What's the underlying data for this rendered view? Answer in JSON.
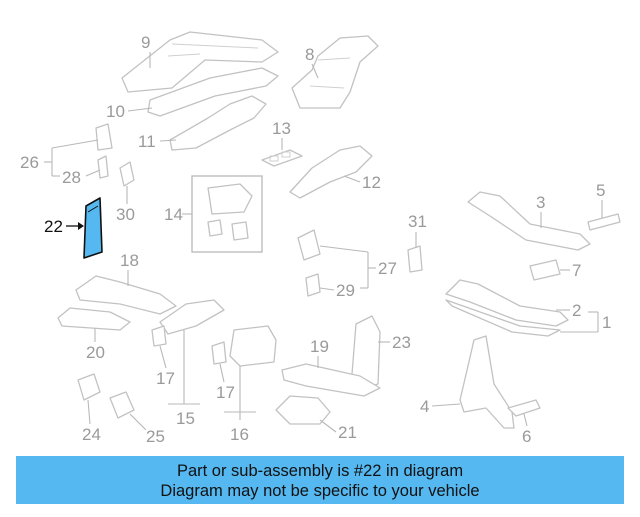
{
  "diagram": {
    "highlight_number": "22",
    "callouts": {
      "c9": "9",
      "c8": "8",
      "c10": "10",
      "c11": "11",
      "c13": "13",
      "c26": "26",
      "c28": "28",
      "c12": "12",
      "c14": "14",
      "c30": "30",
      "c22": "22",
      "c3": "3",
      "c5": "5",
      "c31": "31",
      "c18": "18",
      "c27": "27",
      "c7": "7",
      "c29": "29",
      "c2": "2",
      "c1": "1",
      "c20": "20",
      "c23": "23",
      "c19": "19",
      "c17a": "17",
      "c17b": "17",
      "c4": "4",
      "c15": "15",
      "c16": "16",
      "c24": "24",
      "c25": "25",
      "c21": "21",
      "c6": "6"
    }
  },
  "banner": {
    "line1": "Part or sub-assembly is #22 in diagram",
    "line2": "Diagram may not be specific to your vehicle",
    "background": "#55b8f0"
  }
}
